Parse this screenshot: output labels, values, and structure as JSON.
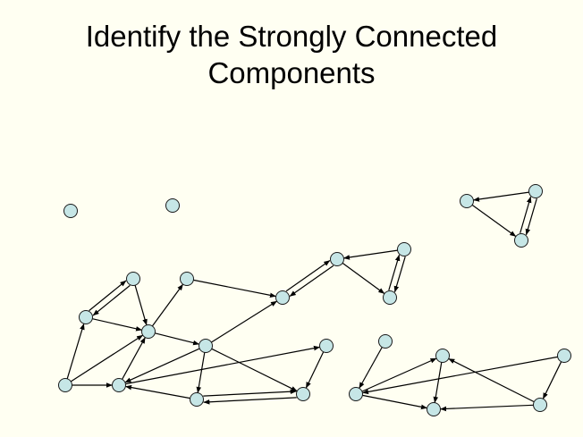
{
  "title": {
    "line1": "Identify the Strongly Connected",
    "line2": "Components"
  },
  "graph": {
    "node_fill": "#c6e6e6",
    "edge_color": "#000000",
    "node_count": 26,
    "edge_count": 37
  }
}
